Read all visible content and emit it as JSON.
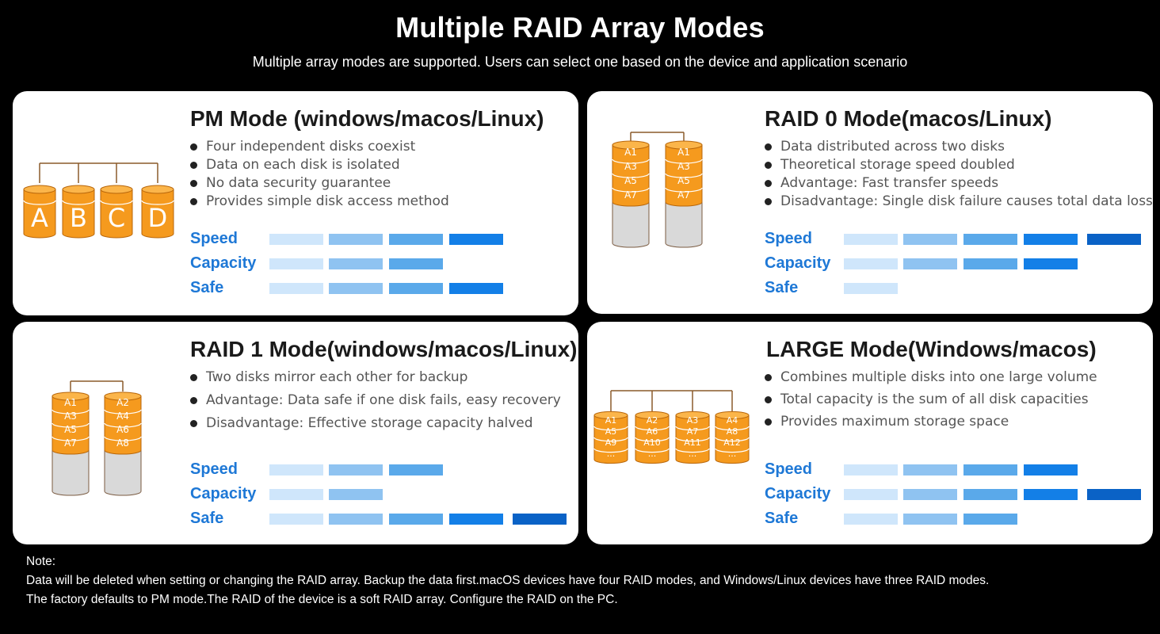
{
  "header": {
    "title": "Multiple RAID Array Modes",
    "subtitle": "Multiple array modes are supported. Users can select one based on the device and application scenario"
  },
  "rating_labels": [
    "Speed",
    "Capacity",
    "Safe"
  ],
  "modes": [
    {
      "title": "PM Mode (windows/macos/Linux)",
      "bullets": [
        "Four independent disks coexist",
        "Data on each disk is isolated",
        "No data security guarantee",
        "Provides simple disk access method"
      ],
      "ratings": {
        "Speed": 4,
        "Capacity": 3,
        "Safe": 4
      },
      "disk_labels": [
        "A",
        "B",
        "C",
        "D"
      ]
    },
    {
      "title": "RAID 0 Mode(macos/Linux)",
      "bullets": [
        "Data distributed across two disks",
        "Theoretical storage speed doubled",
        "Advantage: Fast transfer speeds",
        "Disadvantage: Single disk failure causes total data loss"
      ],
      "ratings": {
        "Speed": 5,
        "Capacity": 4,
        "Safe": 1
      },
      "disk_labels": [
        [
          "A1",
          "A3",
          "A5",
          "A7"
        ],
        [
          "A1",
          "A3",
          "A5",
          "A7"
        ]
      ]
    },
    {
      "title": "RAID 1 Mode(windows/macos/Linux)",
      "bullets": [
        "Two disks mirror each other for backup",
        "Advantage: Data safe if one disk fails, easy recovery",
        "Disadvantage: Effective storage capacity halved"
      ],
      "ratings": {
        "Speed": 3,
        "Capacity": 2,
        "Safe": 5
      },
      "disk_labels": [
        [
          "A1",
          "A3",
          "A5",
          "A7"
        ],
        [
          "A2",
          "A4",
          "A6",
          "A8"
        ]
      ]
    },
    {
      "title": "LARGE Mode(Windows/macos)",
      "bullets": [
        "Combines multiple disks into one large volume",
        "Total capacity is the sum of all disk capacities",
        "Provides maximum storage space"
      ],
      "ratings": {
        "Speed": 4,
        "Capacity": 5,
        "Safe": 3
      },
      "disk_labels": [
        [
          "A1",
          "A5",
          "A9",
          "..."
        ],
        [
          "A2",
          "A6",
          "A10",
          "..."
        ],
        [
          "A3",
          "A7",
          "A11",
          "..."
        ],
        [
          "A4",
          "A8",
          "A12",
          "..."
        ]
      ]
    }
  ],
  "note": {
    "heading": "Note:",
    "line1": "Data will be deleted when setting or changing the RAID array. Backup the data first.macOS devices have four RAID modes, and Windows/Linux devices have three RAID modes.",
    "line2": "The factory defaults to PM mode.The RAID of the device is a soft RAID array. Configure the RAID on the PC."
  },
  "colors": {
    "background": "#000000",
    "card": "#ffffff",
    "accent": "#1e78d6",
    "disk_orange": "#f59a1e",
    "bar_levels": [
      "#cfe6fb",
      "#8fc3f1",
      "#5aa9ea",
      "#137fe7",
      "#0a62c6"
    ]
  }
}
